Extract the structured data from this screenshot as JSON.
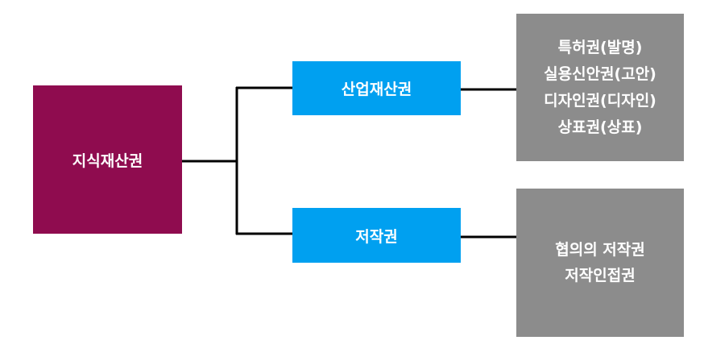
{
  "root": {
    "label": "지식재산권"
  },
  "branches": [
    {
      "label": "산업재산권",
      "items": [
        "특허권(발명)",
        "실용신안권(고안)",
        "디자인권(디자인)",
        "상표권(상표)"
      ]
    },
    {
      "label": "저작권",
      "items": [
        "협의의 저작권",
        "저작인접권"
      ]
    }
  ],
  "colors": {
    "root": "#8f0c4f",
    "branch": "#00a0f0",
    "detail": "#8c8c8c",
    "connector": "#000000"
  }
}
